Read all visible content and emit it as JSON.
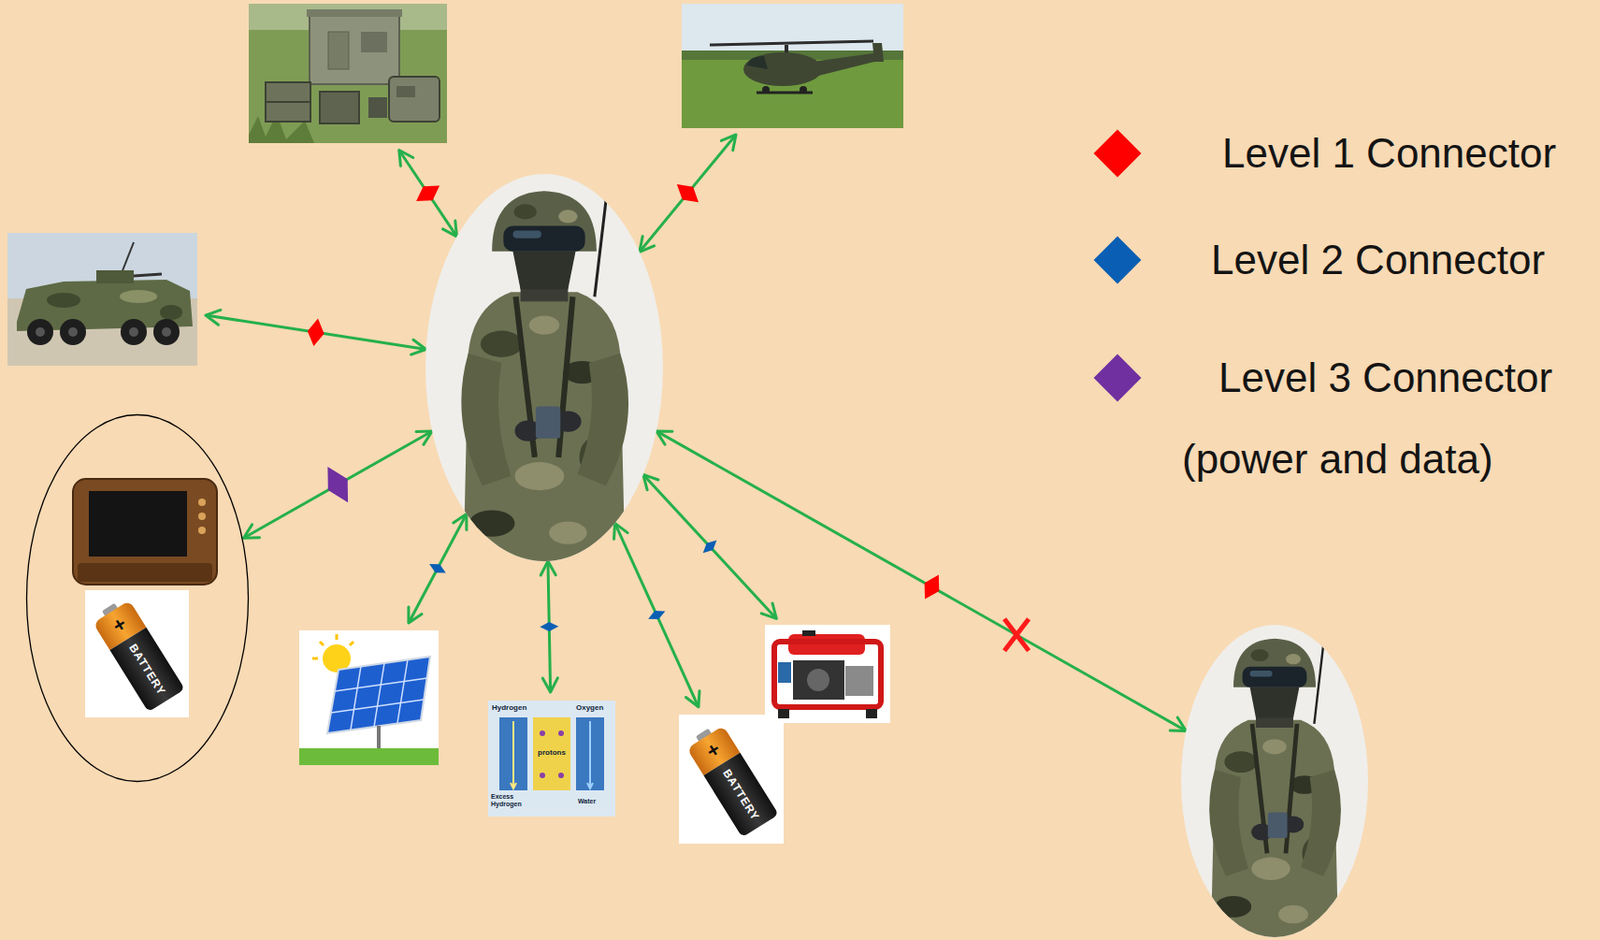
{
  "diagram": {
    "nodes": [
      {
        "text": []
      },
      {
        "text": []
      },
      {
        "text": []
      },
      {
        "text": []
      },
      {
        "text": []
      },
      {
        "text": [],
        "in": 4
      },
      {
        "text": [
          "+",
          "BATTERY"
        ],
        "in": 4
      },
      {
        "text": []
      },
      {
        "text": [
          "Hydrogen",
          "Oxygen",
          "protons",
          "Excess Hydrogen",
          "Water"
        ]
      },
      {
        "text": [
          "+",
          "BATTERY"
        ]
      },
      {
        "text": []
      },
      {
        "text": []
      }
    ],
    "edges": [
      {
        "from": 3,
        "to": 0,
        "arrow": "both"
      },
      {
        "from": 3,
        "to": 1,
        "arrow": "both"
      },
      {
        "from": 3,
        "to": 2,
        "arrow": "both"
      },
      {
        "from": 3,
        "to": 4,
        "arrow": "both"
      },
      {
        "from": 3,
        "to": 7,
        "arrow": "both"
      },
      {
        "from": 3,
        "to": 8,
        "arrow": "both"
      },
      {
        "from": 3,
        "to": 9,
        "arrow": "both"
      },
      {
        "from": 3,
        "to": 10,
        "arrow": "both"
      },
      {
        "from": 3,
        "to": 11,
        "arrow": "both"
      }
    ],
    "labels": [
      "(power and data)"
    ],
    "legend": [
      {
        "text": "Level 1 Connector",
        "color": "#ff0000"
      },
      {
        "text": "Level 2 Connector",
        "color": "#0a5fb4"
      },
      {
        "text": "Level 3 Connector",
        "color": "#7030a0"
      }
    ]
  }
}
